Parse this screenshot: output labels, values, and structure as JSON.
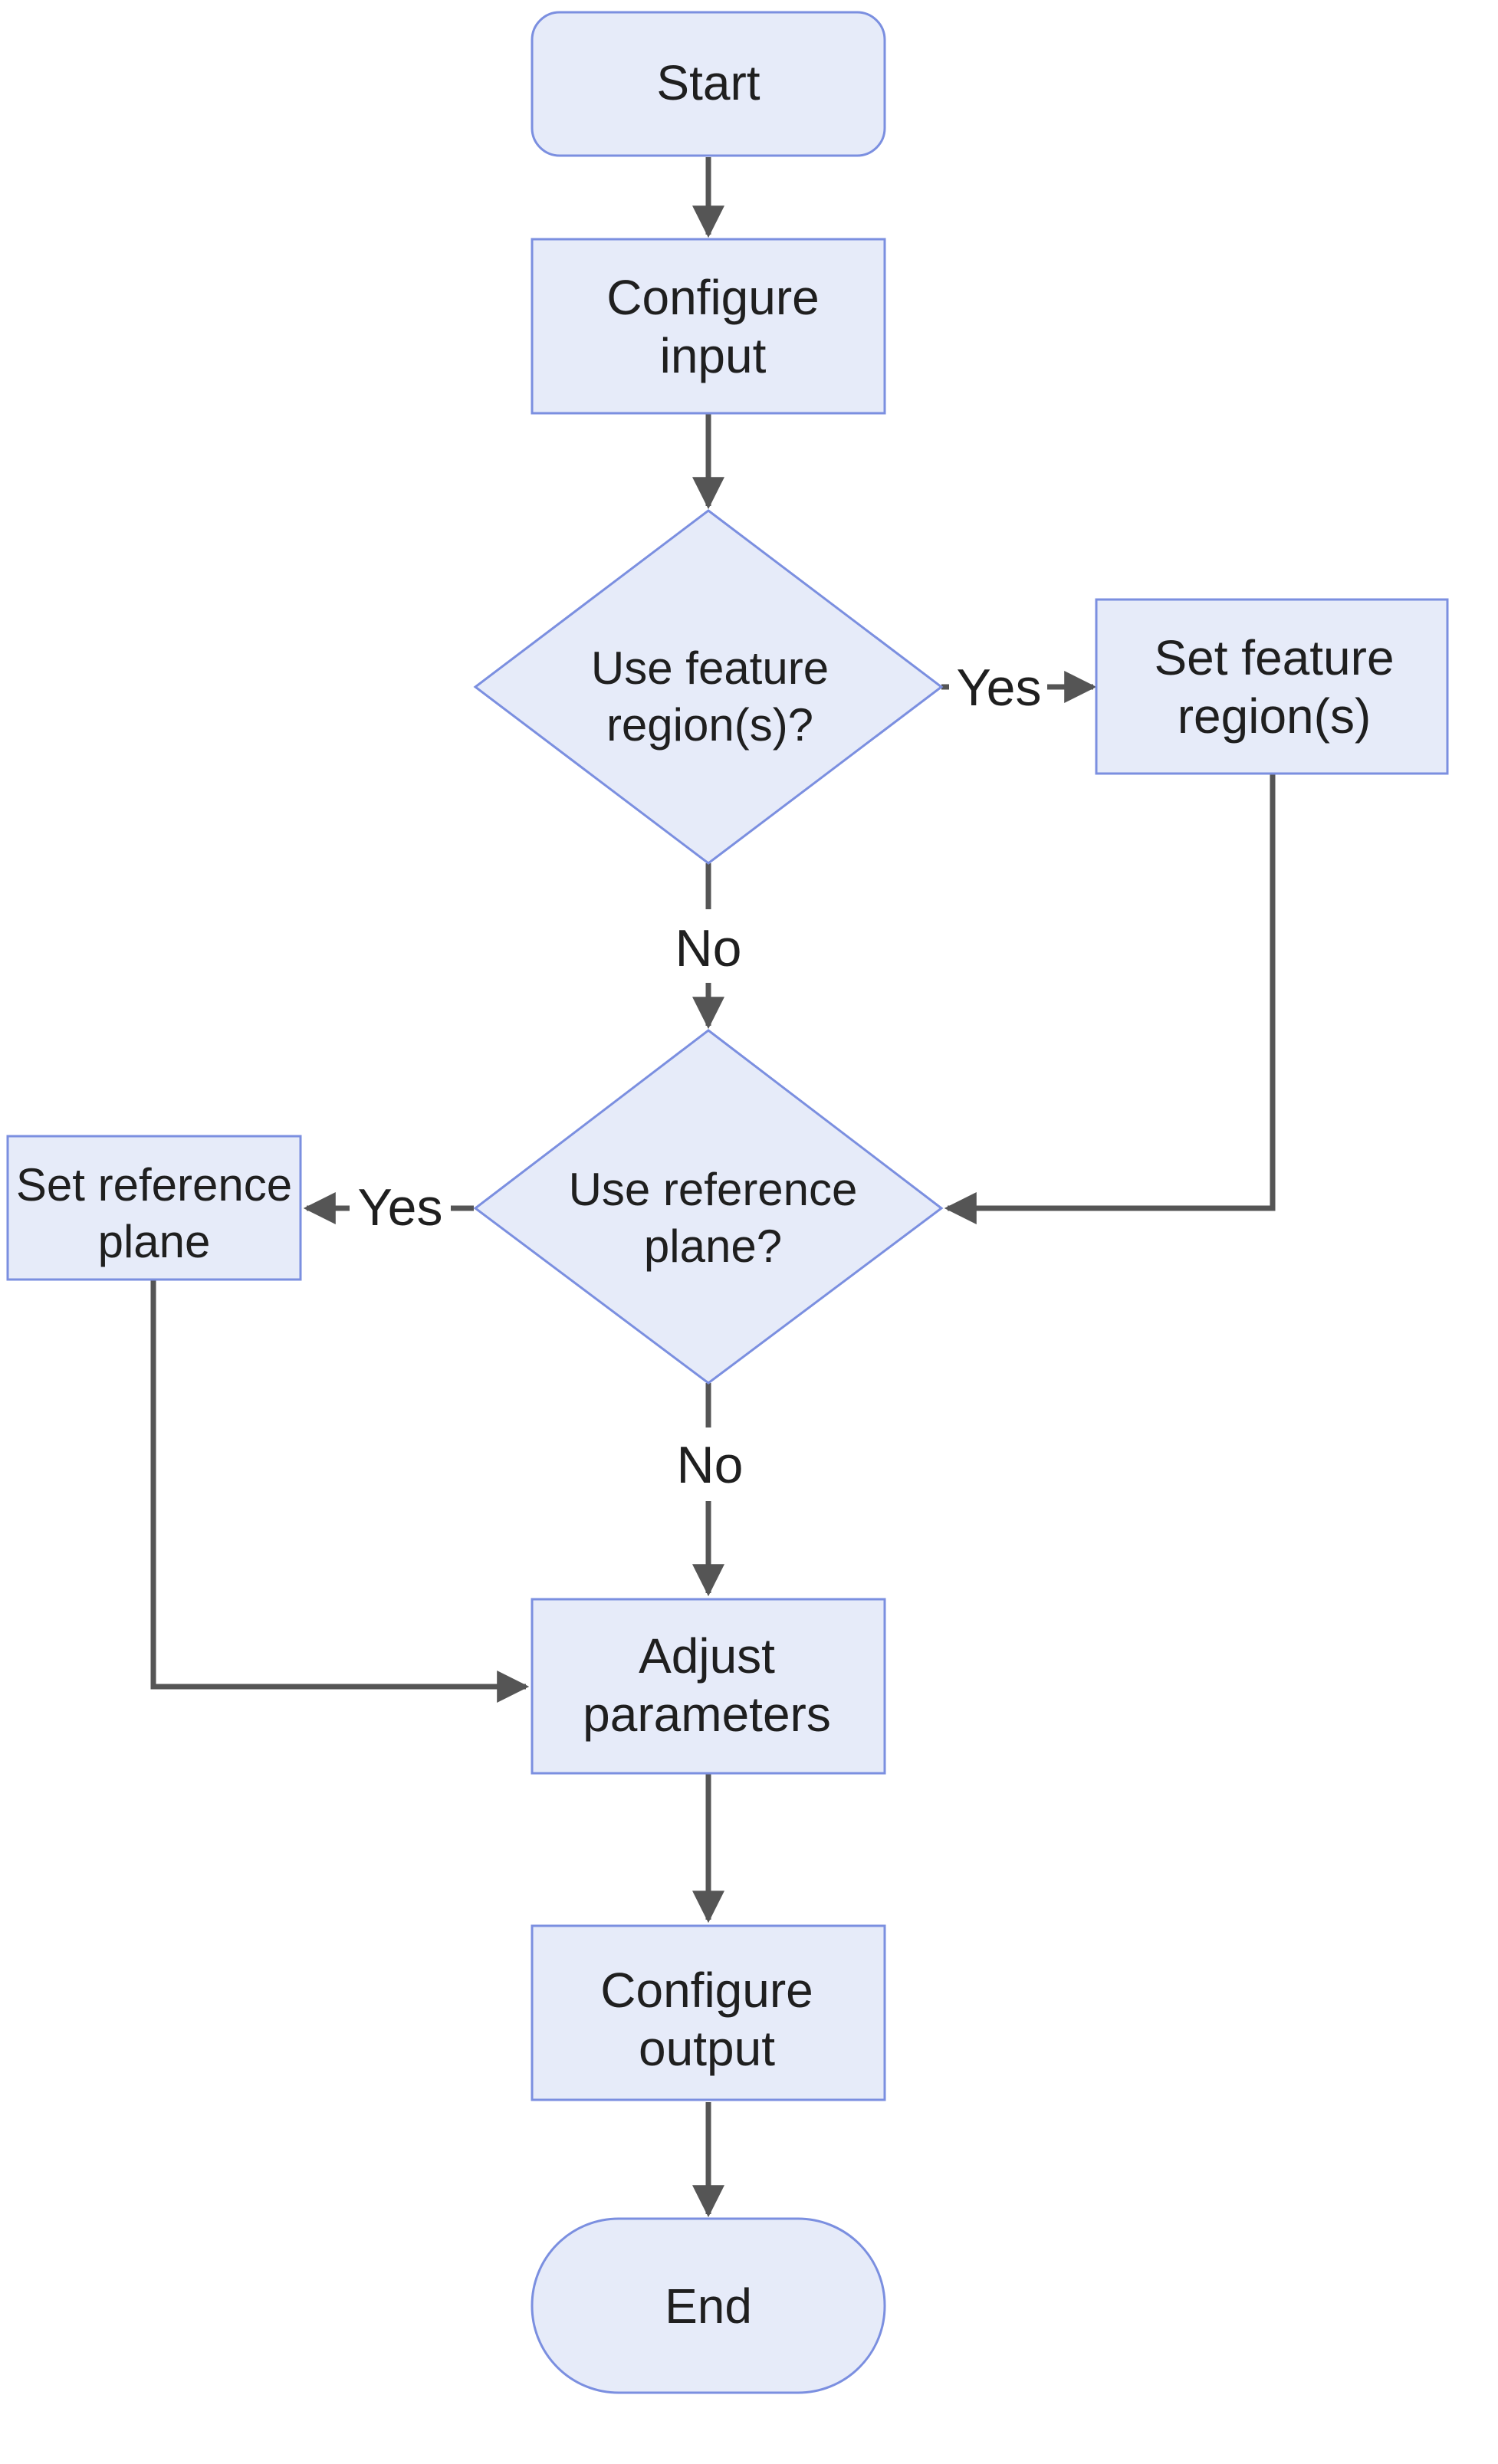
{
  "nodes": {
    "start": {
      "label": "Start"
    },
    "configure_input": {
      "line1": "Configure",
      "line2": "input"
    },
    "use_feature_regions": {
      "line1": "Use feature",
      "line2": "region(s)?"
    },
    "set_feature_regions": {
      "line1": "Set feature",
      "line2": "region(s)"
    },
    "use_reference_plane": {
      "line1": "Use reference",
      "line2": "plane?"
    },
    "set_reference_plane": {
      "line1": "Set reference",
      "line2": "plane"
    },
    "adjust_parameters": {
      "line1": "Adjust",
      "line2": "parameters"
    },
    "configure_output": {
      "line1": "Configure",
      "line2": "output"
    },
    "end": {
      "label": "End"
    }
  },
  "edge_labels": {
    "feature_yes": "Yes",
    "feature_no": "No",
    "reference_yes": "Yes",
    "reference_no": "No"
  },
  "colors": {
    "node_fill": "#e6ebf9",
    "node_stroke": "#7b8fe0",
    "edge": "#555555"
  }
}
